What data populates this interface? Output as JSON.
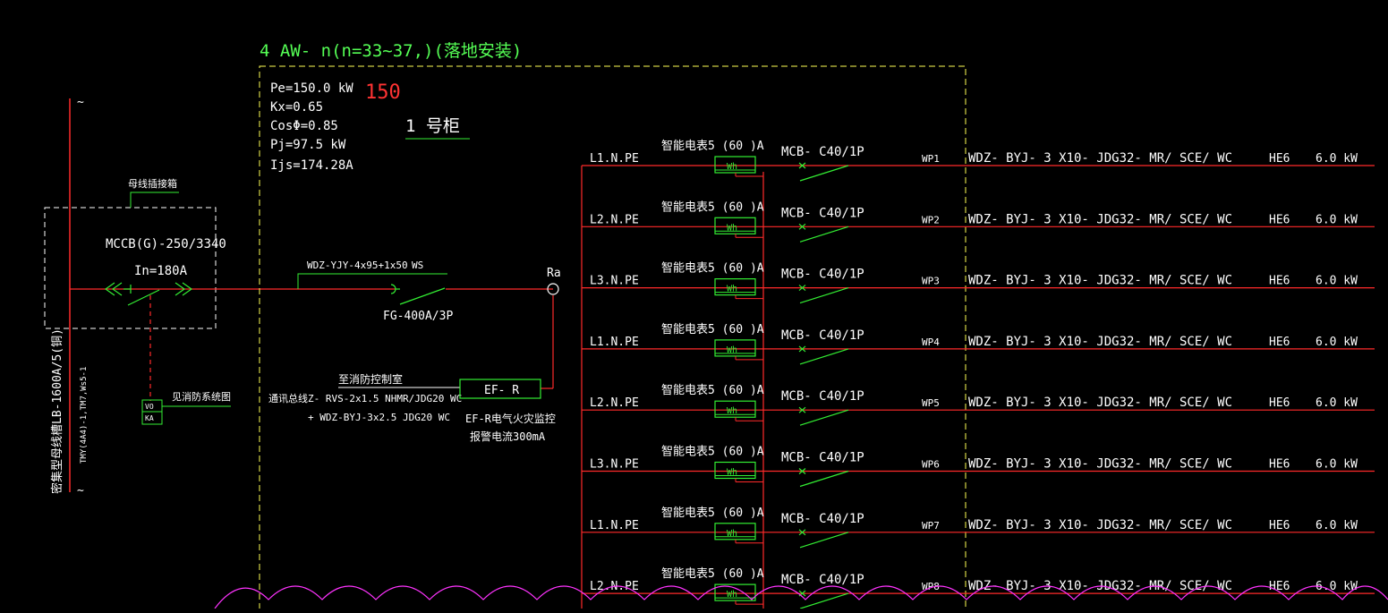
{
  "colors": {
    "background": "#000000",
    "wire": "#ff2a2a",
    "text": "#ffffff",
    "cabinet_outline": "#ffff55",
    "title": "#55ff55",
    "device": "#33ee33",
    "highlight": "#ff3333",
    "cloud": "#ff33ff"
  },
  "title": "4 AW- n(n=33~37,)(落地安装)",
  "highlight_number": "150",
  "cabinet_label": "1 号柜",
  "load_info": [
    "Pe=150.0 kW",
    "Kx=0.65",
    "CosΦ=0.85",
    "Pj=97.5 kW",
    "Ijs=174.28A"
  ],
  "busbar": {
    "vertical_label": "密集型母线槽LB-1600A/5(铜)",
    "sub_label": "TMY(4A4)-1,TM7,Ws5-1",
    "tilde": "~"
  },
  "plug_box": {
    "title": "母线插接箱",
    "breaker": "MCCB(G)-250/3340",
    "current": "In=180A"
  },
  "fire_ref": {
    "label": "见消防系统图",
    "box_top": "VO",
    "box_bottom": "KA"
  },
  "incoming": {
    "cable": "WDZ-YJY-4x95+1x50",
    "cable_suffix": "WS",
    "switch": "FG-400A/3P",
    "node": "Ra"
  },
  "fire_alarm": {
    "to_room": "至消防控制室",
    "line1": "通讯总线Z- RVS-2x1.5  NHMR/JDG20  WC",
    "line2": "+  WDZ-BYJ-3x2.5  JDG20  WC",
    "device": "EF- R",
    "desc1": "EF-R电气火灾监控",
    "desc2": "报警电流300mA"
  },
  "feeder_common": {
    "meter_label": "智能电表5 (60 )A",
    "meter_box": "Wh",
    "breaker": "MCB- C40/1P",
    "cable": "WDZ- BYJ- 3 X10- JDG32- MR/ SCE/ WC",
    "load_type": "HE6",
    "power": "6.0 kW"
  },
  "feeders": [
    {
      "phase": "L1.N.PE",
      "circuit": "WP1"
    },
    {
      "phase": "L2.N.PE",
      "circuit": "WP2"
    },
    {
      "phase": "L3.N.PE",
      "circuit": "WP3"
    },
    {
      "phase": "L1.N.PE",
      "circuit": "WP4"
    },
    {
      "phase": "L2.N.PE",
      "circuit": "WP5"
    },
    {
      "phase": "L3.N.PE",
      "circuit": "WP6"
    },
    {
      "phase": "L1.N.PE",
      "circuit": "WP7"
    },
    {
      "phase": "L2.N.PE",
      "circuit": "WP8"
    }
  ]
}
